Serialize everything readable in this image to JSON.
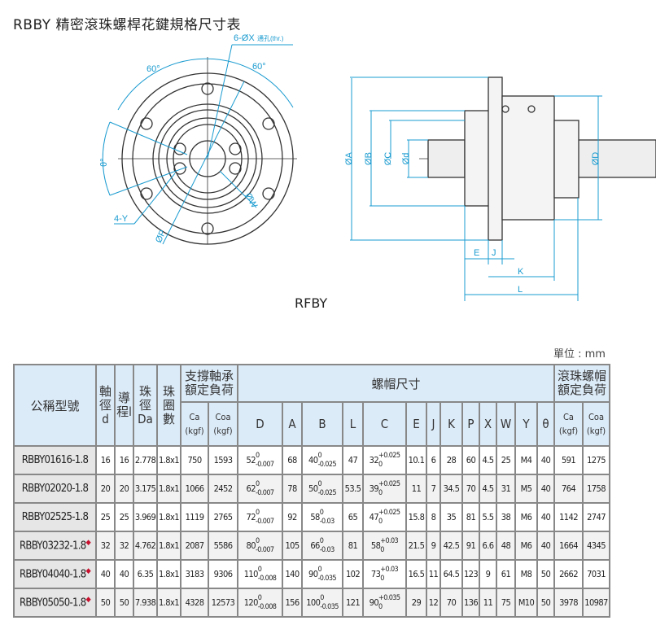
{
  "title": "RBBY 精密滾珠螺桿花鍵規格尺寸表",
  "model_label": "RFBY",
  "unit": "單位 : mm",
  "drawing_labels": {
    "holes": "6-ØX",
    "holes_thr": "通孔(thr.)",
    "angle1": "60°",
    "angle2": "60°",
    "theta": "θ°",
    "tap": "4-Y",
    "dia_p": "ØP",
    "dia_w": "ØW",
    "dia_a": "ØA",
    "dia_b": "ØB",
    "dia_c": "ØC",
    "dia_d_small": "Ød",
    "dia_d": "ØD",
    "e": "E",
    "j": "J",
    "k": "K",
    "l": "L"
  },
  "colors": {
    "header_bg": "#dcebf8",
    "dimension": "#1a9bd0",
    "marker": "#c8102e"
  },
  "table": {
    "headers": {
      "model": "公稱型號",
      "shaft": "軸徑d",
      "lead": "導程l",
      "ball": "珠徑Da",
      "turns": "珠圈數",
      "support": "支撐軸承額定負荷",
      "nut": "螺帽尺寸",
      "ballnut": "滾珠螺帽額定負荷",
      "ca": "Ca (kgf)",
      "coa": "Coa (kgf)",
      "ca2": "Ca (kgf)",
      "coa2": "Coa (kgf)",
      "D": "D",
      "A": "A",
      "B": "B",
      "L": "L",
      "C": "C",
      "E": "E",
      "J": "J",
      "K": "K",
      "P": "P",
      "X": "X",
      "W": "W",
      "Y": "Y",
      "theta": "θ"
    },
    "rows": [
      {
        "model": "RBBY01616-1.8",
        "marked": false,
        "d": "16",
        "l": "16",
        "Da": "2.778",
        "turns": "1.8x1",
        "Ca": "750",
        "Coa": "1593",
        "D": "52",
        "D_up": "0",
        "D_lo": "-0.007",
        "A": "68",
        "B": "40",
        "B_up": "0",
        "B_lo": "-0.025",
        "L": "47",
        "C": "32",
        "C_up": "+0.025",
        "C_lo": "0",
        "E": "10.1",
        "J": "6",
        "K": "28",
        "P": "60",
        "X": "4.5",
        "W": "25",
        "Y": "M4",
        "theta": "40",
        "Ca2": "591",
        "Coa2": "1275"
      },
      {
        "model": "RBBY02020-1.8",
        "marked": false,
        "d": "20",
        "l": "20",
        "Da": "3.175",
        "turns": "1.8x1",
        "Ca": "1066",
        "Coa": "2452",
        "D": "62",
        "D_up": "0",
        "D_lo": "-0.007",
        "A": "78",
        "B": "50",
        "B_up": "0",
        "B_lo": "-0.025",
        "L": "53.5",
        "C": "39",
        "C_up": "+0.025",
        "C_lo": "0",
        "E": "11",
        "J": "7",
        "K": "34.5",
        "P": "70",
        "X": "4.5",
        "W": "31",
        "Y": "M5",
        "theta": "40",
        "Ca2": "764",
        "Coa2": "1758"
      },
      {
        "model": "RBBY02525-1.8",
        "marked": false,
        "d": "25",
        "l": "25",
        "Da": "3.969",
        "turns": "1.8x1",
        "Ca": "1119",
        "Coa": "2765",
        "D": "72",
        "D_up": "0",
        "D_lo": "-0.007",
        "A": "92",
        "B": "58",
        "B_up": "0",
        "B_lo": "-0.03",
        "L": "65",
        "C": "47",
        "C_up": "+0.025",
        "C_lo": "0",
        "E": "15.8",
        "J": "8",
        "K": "35",
        "P": "81",
        "X": "5.5",
        "W": "38",
        "Y": "M6",
        "theta": "40",
        "Ca2": "1142",
        "Coa2": "2747"
      },
      {
        "model": "RBBY03232-1.8",
        "marked": true,
        "d": "32",
        "l": "32",
        "Da": "4.762",
        "turns": "1.8x1",
        "Ca": "2087",
        "Coa": "5586",
        "D": "80",
        "D_up": "0",
        "D_lo": "-0.007",
        "A": "105",
        "B": "66",
        "B_up": "0",
        "B_lo": "-0.03",
        "L": "81",
        "C": "58",
        "C_up": "+0.03",
        "C_lo": "0",
        "E": "21.5",
        "J": "9",
        "K": "42.5",
        "P": "91",
        "X": "6.6",
        "W": "48",
        "Y": "M6",
        "theta": "40",
        "Ca2": "1664",
        "Coa2": "4345"
      },
      {
        "model": "RBBY04040-1.8",
        "marked": true,
        "d": "40",
        "l": "40",
        "Da": "6.35",
        "turns": "1.8x1",
        "Ca": "3183",
        "Coa": "9306",
        "D": "110",
        "D_up": "0",
        "D_lo": "-0.008",
        "A": "140",
        "B": "90",
        "B_up": "0",
        "B_lo": "-0.035",
        "L": "102",
        "C": "73",
        "C_up": "+0.03",
        "C_lo": "0",
        "E": "16.5",
        "J": "11",
        "K": "64.5",
        "P": "123",
        "X": "9",
        "W": "61",
        "Y": "M8",
        "theta": "50",
        "Ca2": "2662",
        "Coa2": "7031"
      },
      {
        "model": "RBBY05050-1.8",
        "marked": true,
        "d": "50",
        "l": "50",
        "Da": "7.938",
        "turns": "1.8x1",
        "Ca": "4328",
        "Coa": "12573",
        "D": "120",
        "D_up": "0",
        "D_lo": "-0.008",
        "A": "156",
        "B": "100",
        "B_up": "0",
        "B_lo": "-0.035",
        "L": "121",
        "C": "90",
        "C_up": "+0.035",
        "C_lo": "0",
        "E": "29",
        "J": "12",
        "K": "70",
        "P": "136",
        "X": "11",
        "W": "75",
        "Y": "M10",
        "theta": "50",
        "Ca2": "3978",
        "Coa2": "10987"
      }
    ]
  }
}
